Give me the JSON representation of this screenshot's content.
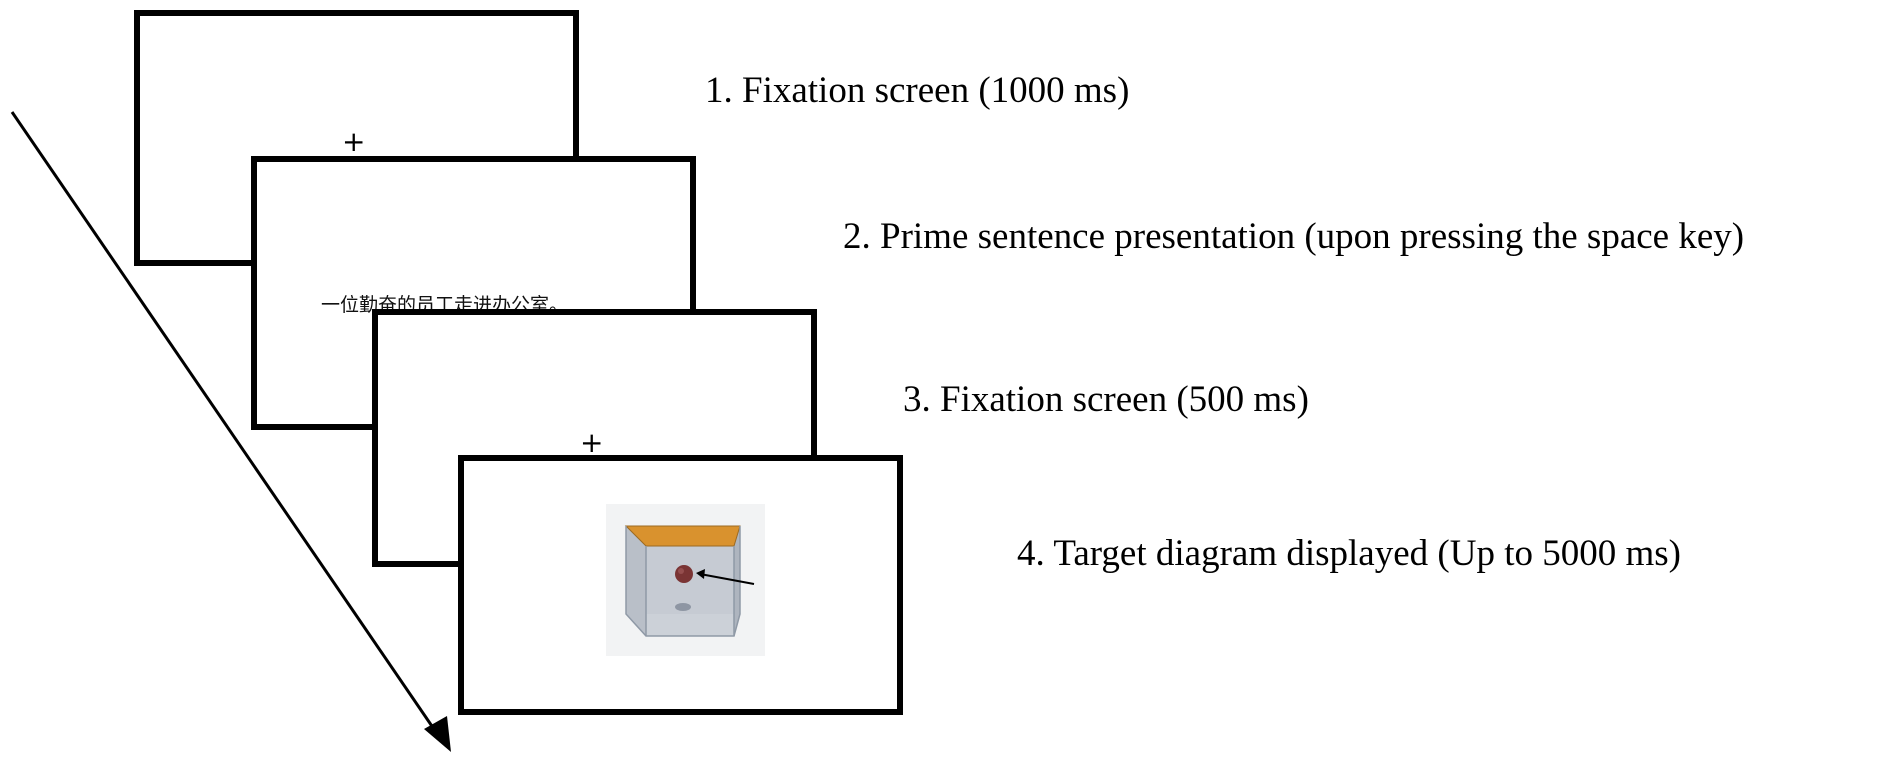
{
  "screens": {
    "fixation_1": {
      "symbol": "+"
    },
    "prime": {
      "sentence": "一位勤奋的员工走进办公室。"
    },
    "fixation_2": {
      "symbol": "+"
    },
    "target": {
      "image_description": "cube-ball-arrow-icon"
    }
  },
  "steps": [
    {
      "label": "1. Fixation screen (1000 ms)"
    },
    {
      "label": "2. Prime sentence presentation (upon pressing the space key)"
    },
    {
      "label": "3. Fixation screen (500 ms)"
    },
    {
      "label": "4. Target diagram displayed (Up to 5000 ms)"
    }
  ],
  "colors": {
    "frame": "#000000",
    "cube_top": "#d9922e",
    "cube_glass": "#c9ced6",
    "ball": "#7a3434"
  }
}
